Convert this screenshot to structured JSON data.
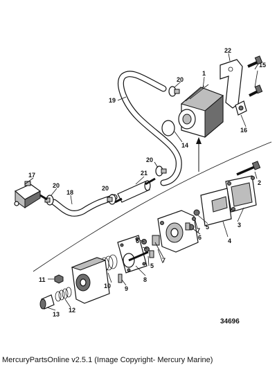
{
  "labels": {
    "p1": "1",
    "p2": "2",
    "p3": "3",
    "p4": "4",
    "p5a": "5",
    "p5b": "5",
    "p6a": "6",
    "p6b": "6",
    "p7a": "7",
    "p7b": "7",
    "p8": "8",
    "p9": "9",
    "p10": "10",
    "p11": "11",
    "p12": "12",
    "p13": "13",
    "p14": "14",
    "p15": "15",
    "p16": "16",
    "p17": "17",
    "p18": "18",
    "p19": "19",
    "p20a": "20",
    "p20b": "20",
    "p20c": "20",
    "p20d": "20",
    "p21": "21",
    "p22": "22"
  },
  "figure_number": "34696",
  "footer": "MercuryPartsOnline v2.5.1 (Image Copyright- Mercury Marine)"
}
